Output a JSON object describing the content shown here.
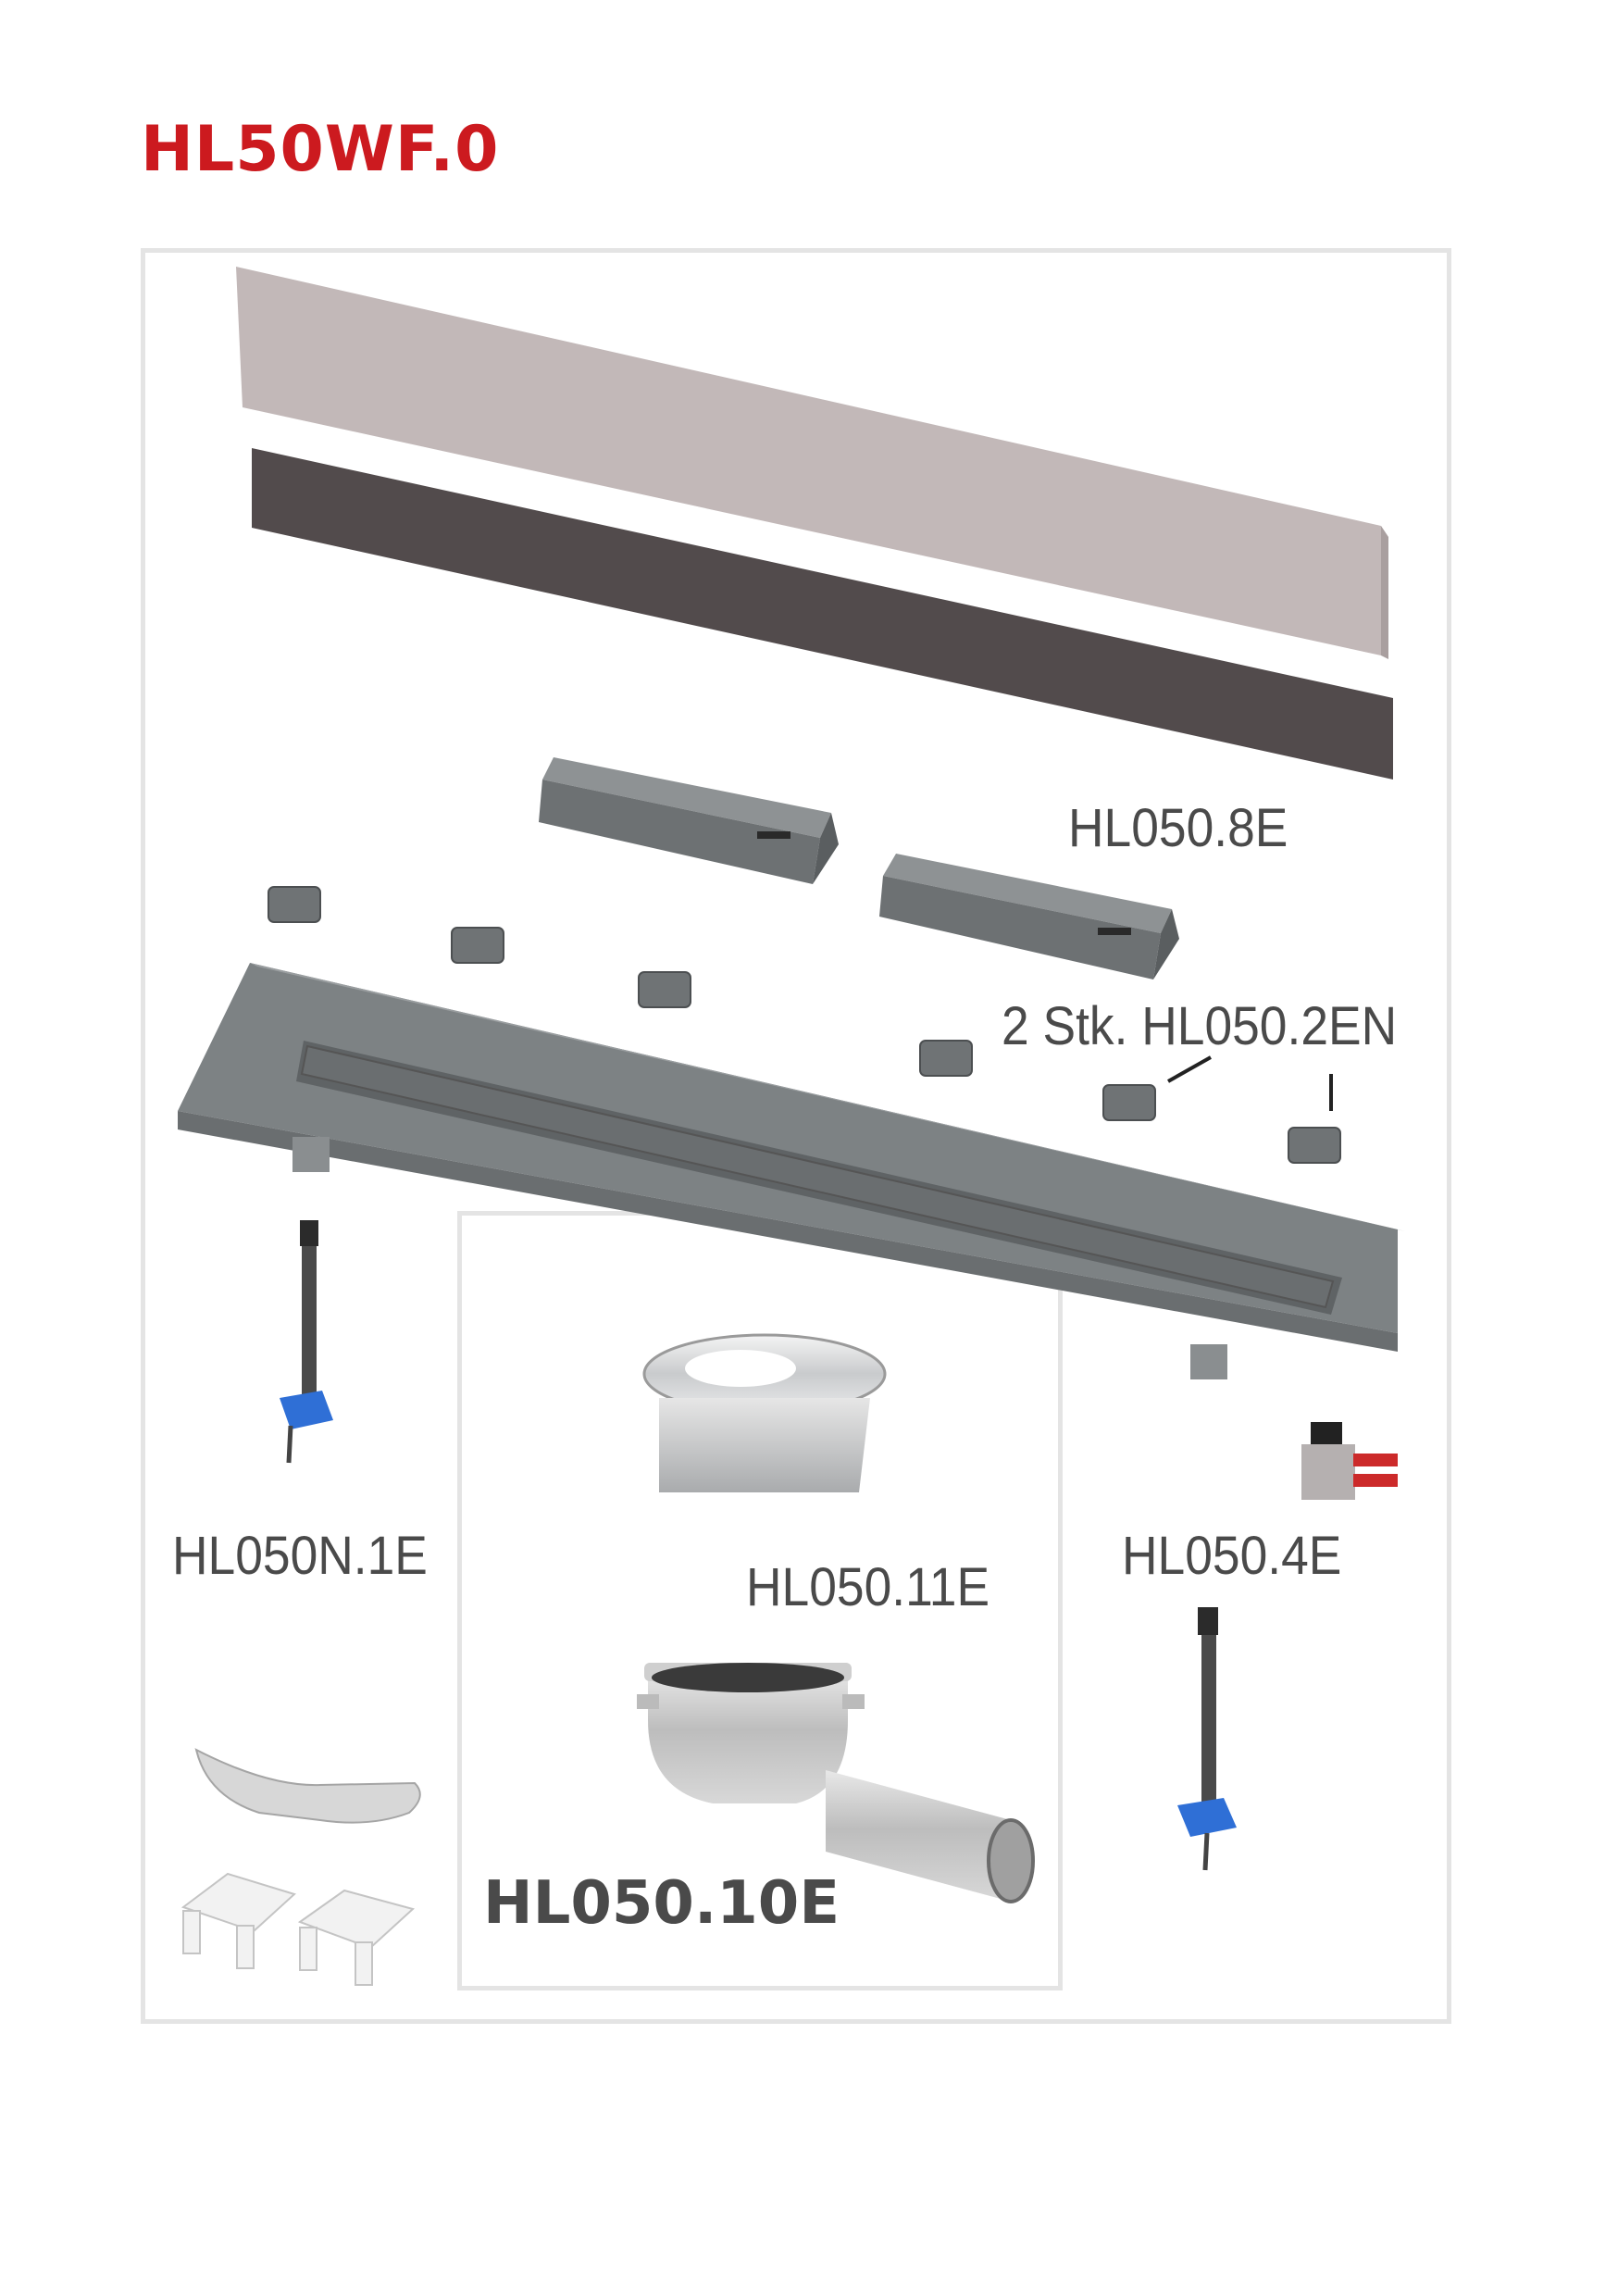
{
  "title": "HL50WF.0",
  "colors": {
    "title": "#cc1a1f",
    "frame": "#e4e4e4",
    "cover_light": "#c2b8b8",
    "cover_dark": "#524b4c",
    "body_grey": "#7d8284",
    "accent_blue": "#2f6fd6",
    "accent_red": "#cc2a2a"
  },
  "labels": {
    "cover_clips": "HL050.8E",
    "levelling_feet": "2 Stk. HL050.2EN",
    "bracket_left": "HL050N.1E",
    "insert": "HL050.11E",
    "bracket_right": "HL050.4E",
    "siphon": "HL050.10E"
  }
}
